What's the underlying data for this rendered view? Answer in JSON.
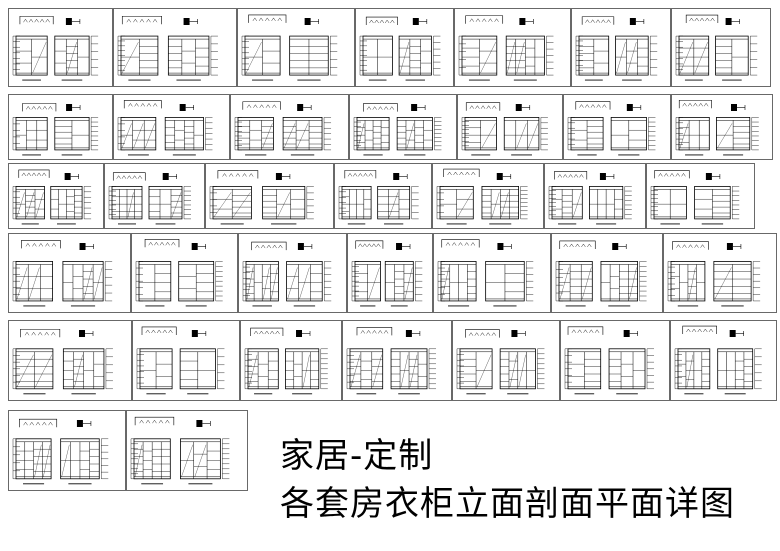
{
  "title": {
    "line1": "家居-定制",
    "line2": "各套房衣柜立面剖面平面详图"
  },
  "colors": {
    "background": "#ffffff",
    "line": "#000000",
    "frame": "#444444"
  },
  "drawing_sheets": {
    "rows": [
      7,
      7,
      7,
      7,
      7,
      2
    ],
    "total": 37
  }
}
